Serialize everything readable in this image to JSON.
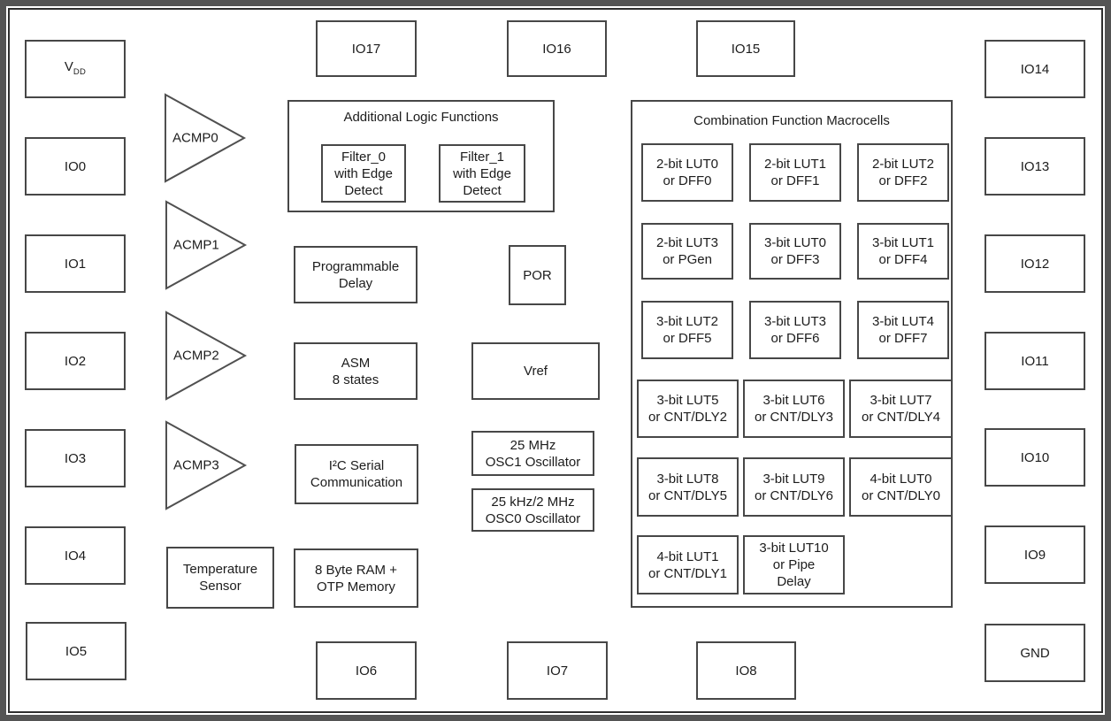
{
  "colors": {
    "frame_outer": "#545454",
    "frame_inner": "#2f2f2f",
    "box_border": "#474747",
    "text": "#1c1c1c",
    "background": "#ffffff"
  },
  "pins": {
    "left": [
      {
        "base": "V",
        "sub": "DD"
      },
      {
        "label": "IO0"
      },
      {
        "label": "IO1"
      },
      {
        "label": "IO2"
      },
      {
        "label": "IO3"
      },
      {
        "label": "IO4"
      },
      {
        "label": "IO5"
      }
    ],
    "top": [
      {
        "label": "IO17"
      },
      {
        "label": "IO16"
      },
      {
        "label": "IO15"
      }
    ],
    "right": [
      {
        "label": "IO14"
      },
      {
        "label": "IO13"
      },
      {
        "label": "IO12"
      },
      {
        "label": "IO11"
      },
      {
        "label": "IO10"
      },
      {
        "label": "IO9"
      },
      {
        "label": "GND"
      }
    ],
    "bottom": [
      {
        "label": "IO6"
      },
      {
        "label": "IO7"
      },
      {
        "label": "IO8"
      }
    ]
  },
  "comparators": [
    {
      "label": "ACMP0"
    },
    {
      "label": "ACMP1"
    },
    {
      "label": "ACMP2"
    },
    {
      "label": "ACMP3"
    }
  ],
  "additional_logic": {
    "title": "Additional Logic Functions",
    "cells": [
      {
        "label": "Filter_0\nwith Edge\nDetect"
      },
      {
        "label": "Filter_1\nwith Edge\nDetect"
      }
    ]
  },
  "blocks": {
    "programmable_delay": {
      "label": "Programmable\nDelay"
    },
    "por": {
      "label": "POR"
    },
    "asm": {
      "label": "ASM\n8 states"
    },
    "vref": {
      "label": "Vref"
    },
    "osc1": {
      "label": "25 MHz\nOSC1 Oscillator"
    },
    "osc0": {
      "label": "25 kHz/2 MHz\nOSC0 Oscillator"
    },
    "i2c": {
      "label": "I²C Serial\nCommunication"
    },
    "ram": {
      "label": "8 Byte RAM +\nOTP Memory"
    },
    "temperature": {
      "label": "Temperature\nSensor"
    }
  },
  "macrocells": {
    "title": "Combination Function Macrocells",
    "cells": [
      {
        "label": "2-bit LUT0\nor DFF0"
      },
      {
        "label": "2-bit LUT1\nor DFF1"
      },
      {
        "label": "2-bit LUT2\nor DFF2"
      },
      {
        "label": "2-bit LUT3\nor PGen"
      },
      {
        "label": "3-bit LUT0\nor DFF3"
      },
      {
        "label": "3-bit LUT1\nor DFF4"
      },
      {
        "label": "3-bit LUT2\nor DFF5"
      },
      {
        "label": "3-bit LUT3\nor DFF6"
      },
      {
        "label": "3-bit LUT4\nor DFF7"
      },
      {
        "label": "3-bit LUT5\nor CNT/DLY2"
      },
      {
        "label": "3-bit LUT6\nor CNT/DLY3"
      },
      {
        "label": "3-bit LUT7\nor CNT/DLY4"
      },
      {
        "label": "3-bit LUT8\nor CNT/DLY5"
      },
      {
        "label": "3-bit LUT9\nor CNT/DLY6"
      },
      {
        "label": "4-bit LUT0\nor CNT/DLY0"
      },
      {
        "label": "4-bit LUT1\nor CNT/DLY1"
      },
      {
        "label": "3-bit LUT10\nor Pipe\nDelay"
      }
    ]
  }
}
